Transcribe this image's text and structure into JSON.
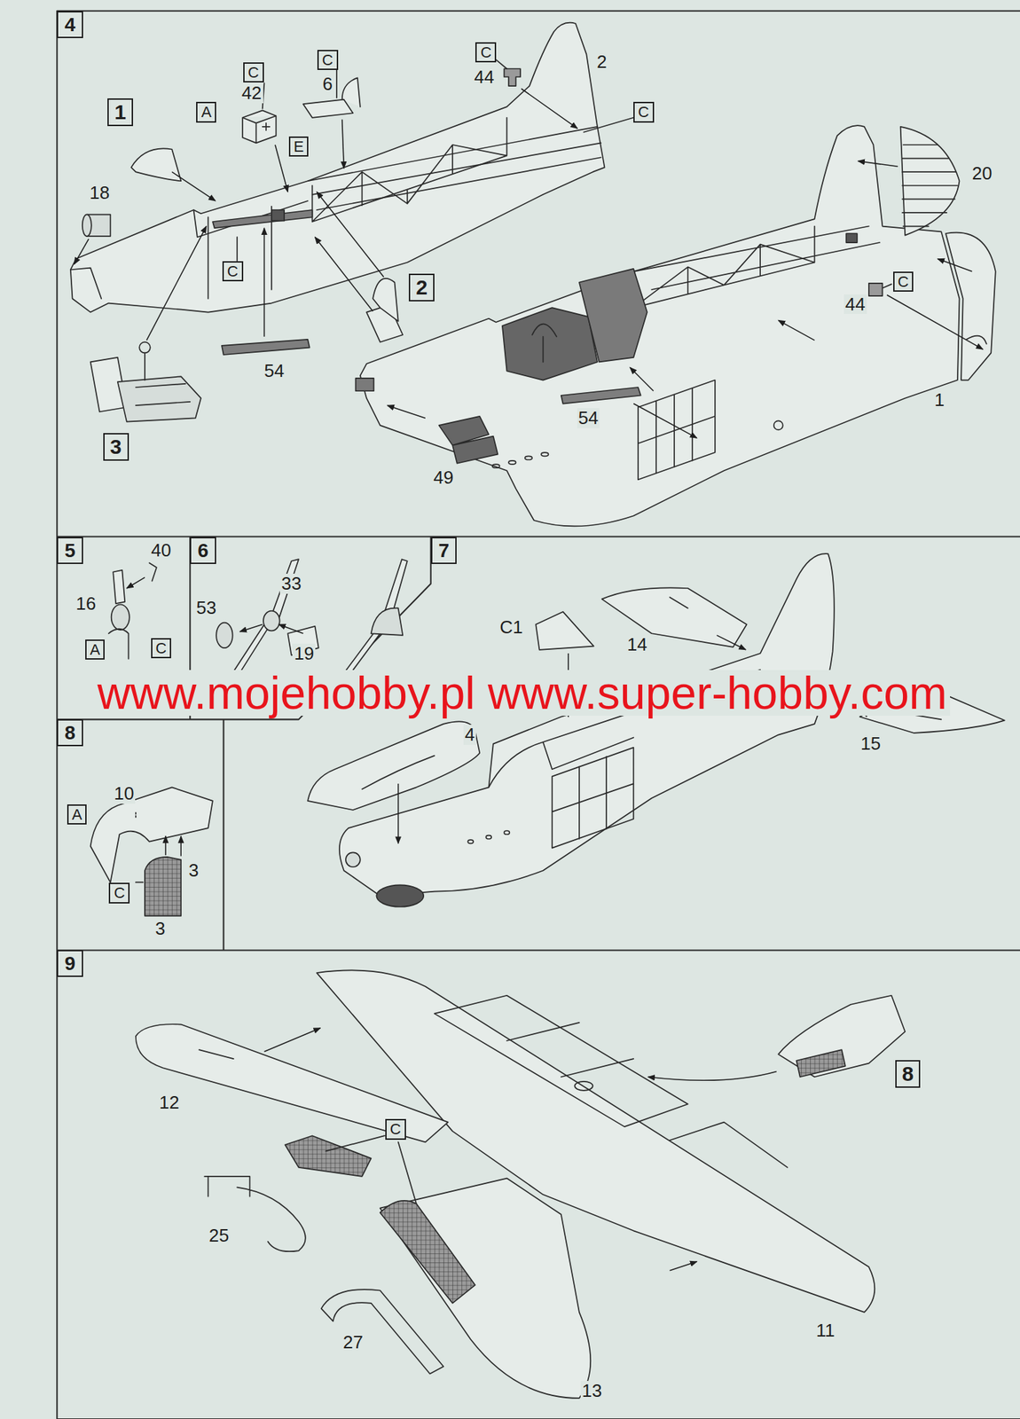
{
  "diagram": {
    "nodes": [
      {
        "text": [
          "4"
        ]
      },
      {
        "text": [
          "1"
        ],
        "in": 0
      },
      {
        "text": [
          "A"
        ],
        "in": 0
      },
      {
        "text": [
          "C"
        ],
        "in": 0
      },
      {
        "text": [
          "C"
        ],
        "in": 0
      },
      {
        "text": [
          "E"
        ],
        "in": 0
      },
      {
        "text": [
          "C"
        ],
        "in": 0
      },
      {
        "text": [
          "C"
        ],
        "in": 0
      },
      {
        "text": [
          "C"
        ],
        "in": 0
      },
      {
        "text": [
          "2"
        ],
        "in": 0
      },
      {
        "text": [
          "3"
        ],
        "in": 0
      },
      {
        "text": [
          "C"
        ],
        "in": 0
      },
      {
        "text": [
          "5"
        ]
      },
      {
        "text": [
          "C"
        ],
        "in": 12
      },
      {
        "text": [
          "A"
        ],
        "in": 12
      },
      {
        "text": [
          "6"
        ]
      },
      {
        "text": [
          "7"
        ]
      },
      {
        "text": [
          "8"
        ]
      },
      {
        "text": [
          "A"
        ],
        "in": 17
      },
      {
        "text": [
          "C"
        ],
        "in": 17
      },
      {
        "text": [
          "9"
        ]
      },
      {
        "text": [
          "C"
        ],
        "in": 20
      },
      {
        "text": [
          "8"
        ],
        "in": 20
      }
    ],
    "labels": [
      "18",
      "42",
      "6",
      "44",
      "2",
      "20",
      "44",
      "54",
      "49",
      "54",
      "1",
      "40",
      "16",
      "33",
      "53",
      "19",
      "C1",
      "14",
      "4",
      "15",
      "www.mojehobby.pl www.super-hobby.com",
      "10",
      "3",
      "3",
      "12",
      "25",
      "27",
      "11",
      "13"
    ]
  }
}
